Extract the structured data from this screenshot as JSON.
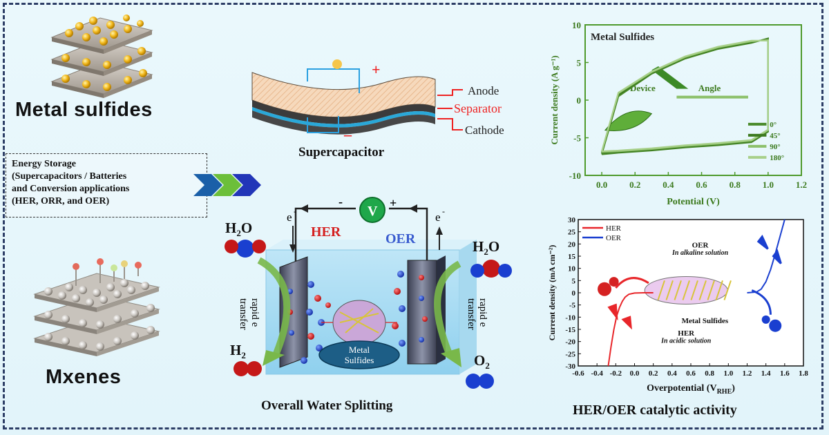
{
  "labels": {
    "metal_sulfides": "Metal sulfides",
    "mxenes": "Mxenes",
    "supercapacitor": "Supercapacitor",
    "overall_water_splitting": "Overall Water Splitting",
    "her_oer_activity": "HER/OER catalytic activity"
  },
  "energy_box": {
    "lines": [
      "Energy Storage",
      "(Supercapacitors / Batteries",
      "and Conversion applications",
      "(HER, ORR, and OER)"
    ]
  },
  "supercap": {
    "anode": "Anode",
    "separator": "Separator",
    "cathode": "Cathode",
    "plus": "+",
    "minus": "–"
  },
  "water_splitting": {
    "e_left": "e",
    "e_right": "e",
    "minus": "-",
    "plus": "+",
    "volt": "V",
    "her": "HER",
    "oer": "OER",
    "h2o_left": "H",
    "h2o_left_sub": "2",
    "h2o_left_o": "O",
    "h2o_right": "H",
    "h2o_right_sub": "2",
    "h2o_right_o": "O",
    "h2": "H",
    "h2_sub": "2",
    "o2": "O",
    "o2_sub": "2",
    "rapid_left": "rapid e",
    "transfer_left": "transfer",
    "rapid_right": "rapid e",
    "transfer_right": "transfer",
    "core_1": "Metal",
    "core_2": "Sulfides"
  },
  "chart_cv": {
    "inset_title": "Metal Sulfides",
    "device": "Device",
    "angle": "Angle"
  },
  "chart_pol": {
    "oer_label": "OER",
    "oer_sub": "In alkaline solution",
    "her_label": "HER",
    "her_sub": "In acidic solution",
    "core": "Metal Sulfides"
  },
  "chart_data": [
    {
      "type": "line",
      "title": "",
      "xlabel": "Potential (V)",
      "ylabel": "Current density (A g⁻¹)",
      "xlim": [
        -0.1,
        1.2
      ],
      "ylim": [
        -10,
        10
      ],
      "xticks": [
        "0.0",
        "0.2",
        "0.4",
        "0.6",
        "0.8",
        "1.0",
        "1.2"
      ],
      "yticks": [
        "10",
        "5",
        "0",
        "-5",
        "-10"
      ],
      "legend_position": "bottom-right",
      "colors": [
        "#4a8a2a",
        "#3c7a1e",
        "#8cc06a",
        "#a8d08a"
      ],
      "series": [
        {
          "name": "0°",
          "x": [
            0,
            0.1,
            0.3,
            0.5,
            0.7,
            0.9,
            1.0,
            1.0,
            0.9,
            0.7,
            0.5,
            0.3,
            0.1,
            0
          ],
          "y": [
            -7.2,
            0.5,
            3.5,
            5.5,
            6.8,
            7.6,
            8.2,
            -4.2,
            -5.6,
            -6.0,
            -6.3,
            -6.7,
            -7.0,
            -7.2
          ]
        },
        {
          "name": "45°",
          "x": [
            0,
            0.1,
            0.3,
            0.5,
            0.7,
            0.9,
            1.0,
            1.0,
            0.9,
            0.7,
            0.5,
            0.3,
            0.1,
            0
          ],
          "y": [
            -7.0,
            0.7,
            3.6,
            5.6,
            6.9,
            7.7,
            8.1,
            -4.1,
            -5.5,
            -5.9,
            -6.2,
            -6.6,
            -6.9,
            -7.0
          ]
        },
        {
          "name": "90°",
          "x": [
            0,
            0.1,
            0.3,
            0.5,
            0.7,
            0.9,
            1.0,
            1.0,
            0.9,
            0.7,
            0.5,
            0.3,
            0.1,
            0
          ],
          "y": [
            -6.9,
            0.9,
            3.7,
            5.7,
            7.0,
            7.8,
            8.0,
            -4.0,
            -5.4,
            -5.8,
            -6.1,
            -6.5,
            -6.8,
            -6.9
          ]
        },
        {
          "name": "180°",
          "x": [
            0,
            0.1,
            0.3,
            0.5,
            0.7,
            0.9,
            1.0,
            1.0,
            0.9,
            0.7,
            0.5,
            0.3,
            0.1,
            0
          ],
          "y": [
            -6.8,
            1.0,
            3.8,
            5.8,
            7.1,
            7.9,
            7.9,
            -3.9,
            -5.3,
            -5.7,
            -6.0,
            -6.4,
            -6.7,
            -6.8
          ]
        }
      ]
    },
    {
      "type": "line",
      "title": "",
      "xlabel": "Overpotential (V",
      "xlabel_sub": "RHE",
      "xlabel_end": ")",
      "ylabel": "Current density (mA cm⁻²)",
      "xlim": [
        -0.6,
        1.8
      ],
      "ylim": [
        -30,
        30
      ],
      "xticks": [
        "-0.6",
        "-0.4",
        "-0.2",
        "0.0",
        "0.2",
        "0.4",
        "0.6",
        "0.8",
        "1.0",
        "1.2",
        "1.4",
        "1.6",
        "1.8"
      ],
      "yticks": [
        "30",
        "25",
        "20",
        "15",
        "10",
        "5",
        "0",
        "-5",
        "-10",
        "-15",
        "-20",
        "-25",
        "-30"
      ],
      "legend_position": "top-left",
      "series": [
        {
          "name": "HER",
          "color": "#e8262a",
          "x": [
            -0.28,
            -0.25,
            -0.22,
            -0.19,
            -0.16,
            -0.13,
            -0.1,
            -0.06,
            0.0,
            0.1,
            0.2
          ],
          "y": [
            -30,
            -22,
            -15,
            -9.5,
            -6,
            -3.5,
            -1.8,
            -0.6,
            -0.1,
            0,
            0
          ]
        },
        {
          "name": "OER",
          "color": "#1a3fd0",
          "x": [
            1.2,
            1.3,
            1.35,
            1.4,
            1.45,
            1.5,
            1.55,
            1.6
          ],
          "y": [
            0,
            0.3,
            1.5,
            4.5,
            9.5,
            16,
            23,
            30
          ]
        }
      ]
    }
  ]
}
